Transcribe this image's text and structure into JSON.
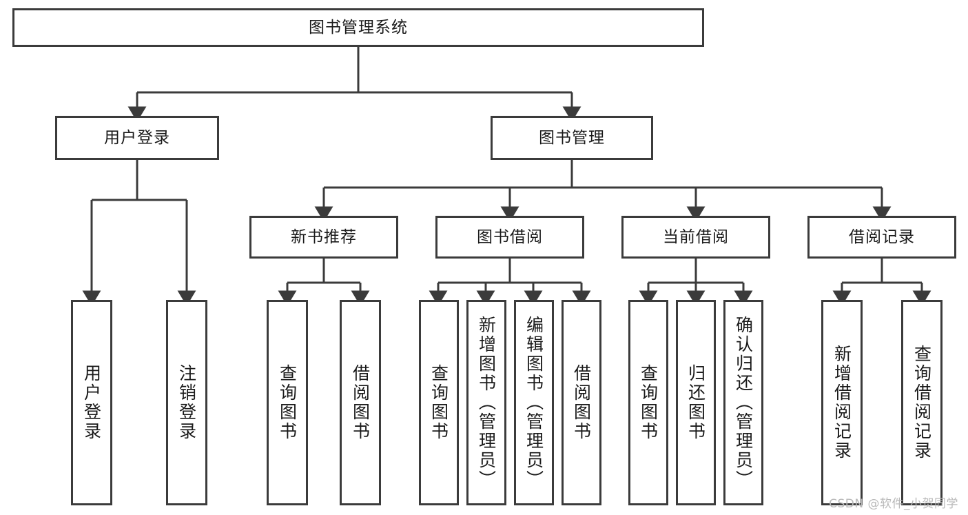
{
  "diagram": {
    "title": "图书管理系统",
    "watermark": "CSDN @软件_小贺同学",
    "line_color": "#3b3b3b",
    "box_border_color": "#3b3b3b",
    "box_fill": "#ffffff",
    "text_color": "#1a1a1a",
    "watermark_color": "#b9b9b9",
    "root": {
      "label": "图书管理系统"
    },
    "level2": [
      {
        "label": "用户登录"
      },
      {
        "label": "图书管理"
      }
    ],
    "level3": [
      {
        "label": "新书推荐"
      },
      {
        "label": "图书借阅"
      },
      {
        "label": "当前借阅"
      },
      {
        "label": "借阅记录"
      }
    ],
    "leaves": {
      "user_login": [
        {
          "label": "用户登录"
        },
        {
          "label": "注销登录"
        }
      ],
      "new_book_recommend": [
        {
          "label": "查询图书"
        },
        {
          "label": "借阅图书"
        }
      ],
      "book_borrow": [
        {
          "label": "查询图书"
        },
        {
          "label": "新增图书（管理员）"
        },
        {
          "label": "编辑图书（管理员）"
        },
        {
          "label": "借阅图书"
        }
      ],
      "current_borrow": [
        {
          "label": "查询图书"
        },
        {
          "label": "归还图书"
        },
        {
          "label": "确认归还（管理员）"
        }
      ],
      "borrow_record": [
        {
          "label": "新增借阅记录"
        },
        {
          "label": "查询借阅记录"
        }
      ]
    }
  }
}
